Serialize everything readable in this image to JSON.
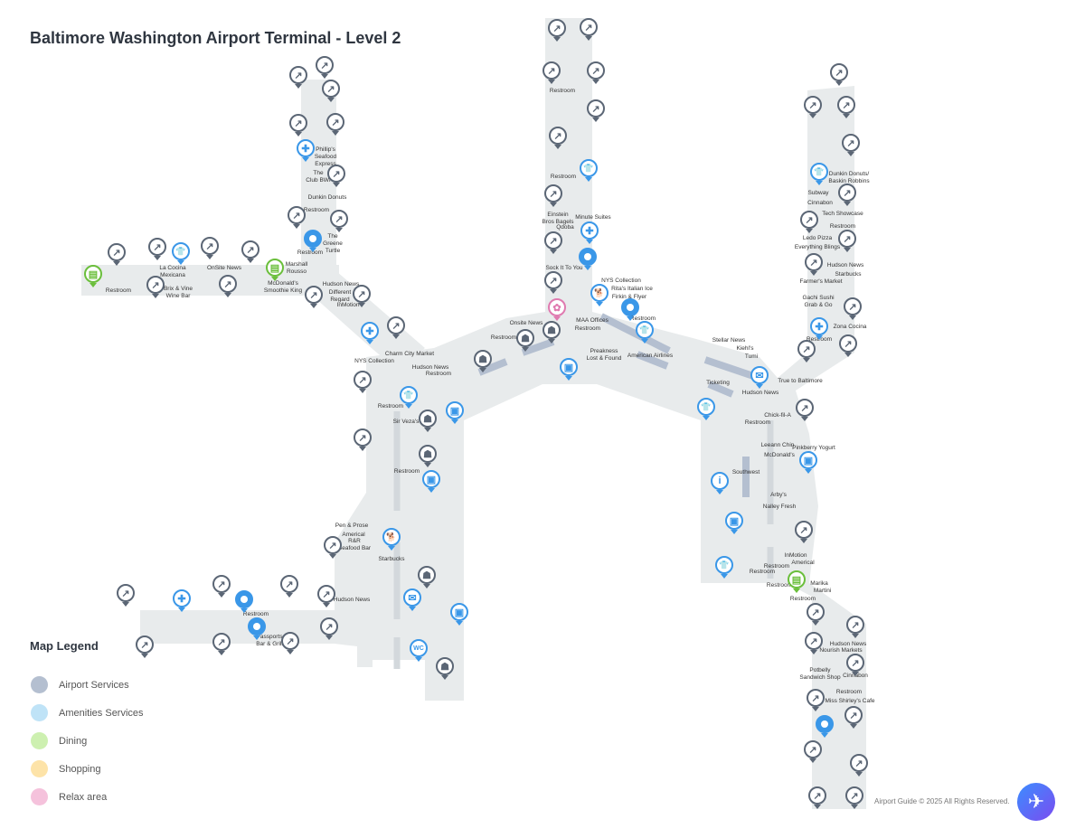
{
  "title": "Baltimore Washington Airport Terminal - Level 2",
  "legend": {
    "title": "Map Legend",
    "items": [
      {
        "label": "Airport Services",
        "color": "#b4bfd0"
      },
      {
        "label": "Amenities Services",
        "color": "#bfe3f7"
      },
      {
        "label": "Dining",
        "color": "#cdf0b0"
      },
      {
        "label": "Shopping",
        "color": "#fde3a8"
      },
      {
        "label": "Relax area",
        "color": "#f5c2dc"
      }
    ]
  },
  "labels": [
    "Phillip's\nSeafood\nExpress",
    "The\nClub BWI",
    "Dunkin Donuts",
    "Restroom",
    "The\nGreene\nTurtle",
    "Restroom",
    "La Cocina\nMexicana",
    "OnSite News",
    "Marshall\nRousso",
    "Restroom",
    "Brix & Vine\nWine Bar",
    "McDonald's\nSmoothie King",
    "Hudson News",
    "Different\nRegard",
    "InMotion",
    "Charm City Market",
    "NYS Collection",
    "Hudson News",
    "Restroom",
    "Restroom",
    "Sir Veza's",
    "Restroom",
    "Pen & Prose",
    "Americal",
    "R&R\nSeafood Bar",
    "Starbucks",
    "Hudson News",
    "Restroom",
    "Passports\nBar & Grill",
    "Restroom",
    "Restroom",
    "Einstein\nBros Bagels",
    "Qdoba",
    "Minute Suites",
    "Sock It To You",
    "NYS Collection",
    "Rita's Italian Ice",
    "Firkin & Flyer",
    "Restroom",
    "MAA Offices",
    "Restroom",
    "Onsite News",
    "Restroom",
    "Preakness\nLost & Found",
    "American Airlines",
    "Stellar News",
    "Kiehl's",
    "Tumi",
    "Ticketing",
    "Hudson News",
    "True to Baltimore",
    "Chick-fil-A",
    "Restroom",
    "Leeann Chin",
    "Pinkberry Yogurt",
    "McDonald's",
    "Southwest",
    "Arby's",
    "Nalley Fresh",
    "InMotion",
    "Americal",
    "Restroom",
    "Restroom",
    "Restroom",
    "Marika\n    Martini",
    "Restroom",
    "Hudson News",
    "Nourish Markets",
    "Potbelly\nSandwich Shop",
    "Cinnabon",
    "Restroom",
    "Miss Shirley's Cafe",
    "Dunkin Donuts/\nBaskin Robbins",
    "Subway",
    "Cinnabon",
    "Tech Showcase",
    "Restroom",
    "Ledo Pizza",
    "Everything Blings",
    "Hudson News",
    "Starbucks",
    "Farmer's Market",
    "Gachi Sushi\nGrab & Go",
    "Zona Cocina",
    "Restroom"
  ],
  "footer": "Airport Guide © 2025 All Rights Reserved."
}
